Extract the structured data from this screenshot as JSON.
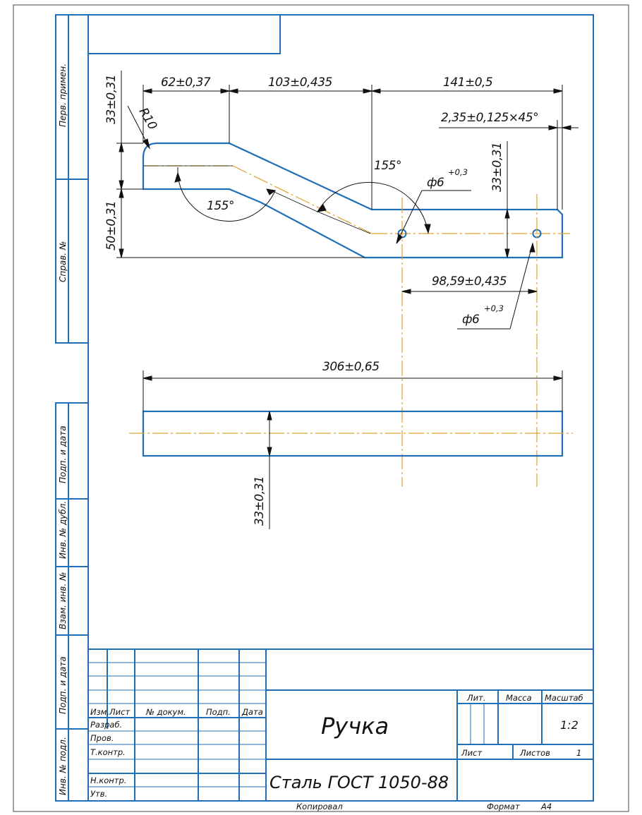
{
  "sidebar": {
    "perv_primen": "Перв. примен.",
    "sprav_no": "Справ. №",
    "podp_data_1": "Подп. и дата",
    "inv_dubl": "Инв. № дубл.",
    "vzam_inv": "Взам. инв. №",
    "podp_data_2": "Подп. и дата",
    "inv_podl": "Инв. № подл."
  },
  "dimensions": {
    "d62": "62±0,37",
    "d103": "103±0,435",
    "d141": "141±0,5",
    "chamfer": "2,35±0,125×45°",
    "d33_left": "33±0,31",
    "d33_right": "33±0,31",
    "d50": "50±0,31",
    "r10": "R10",
    "angle_left": "155°",
    "angle_right": "155°",
    "hole_dia_1": "ф6",
    "hole_tol_1": "+0,3",
    "hole_dia_2": "ф6",
    "hole_tol_2": "+0,3",
    "d98": "98,59±0,435",
    "d306": "306±0,65",
    "d33_bottom": "33±0,31"
  },
  "title_block": {
    "col_izm": "Изм.",
    "col_list": "Лист",
    "col_dokum": "№ докум.",
    "col_podp": "Подп.",
    "col_data": "Дата",
    "row_razrab": "Разраб.",
    "row_prov": "Пров.",
    "row_tkontr": "Т.контр.",
    "row_nkontr": "Н.контр.",
    "row_utv": "Утв.",
    "part_name": "Ручка",
    "material": "Сталь ГОСТ 1050-88",
    "lit_label": "Лит.",
    "massa_label": "Масса",
    "masshtab_label": "Масштаб",
    "scale_value": "1:2",
    "list_label": "Лист",
    "listov_label": "Листов",
    "listov_value": "1"
  },
  "footer": {
    "kopiroval": "Копировал",
    "format_label": "Формат",
    "format_value": "A4"
  }
}
